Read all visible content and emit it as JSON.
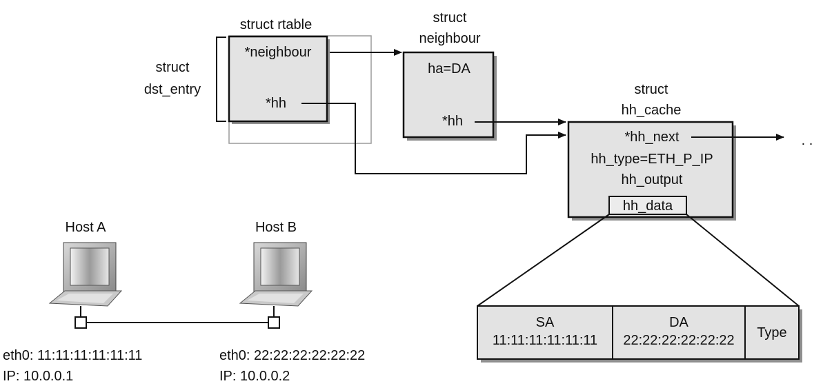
{
  "rtable": {
    "title": "struct rtable",
    "field_neighbour": "*neighbour",
    "field_hh": "*hh"
  },
  "dst_entry": {
    "line1": "struct",
    "line2": "dst_entry"
  },
  "neighbour": {
    "title_line1": "struct",
    "title_line2": "neighbour",
    "field_ha": "ha=DA",
    "field_hh": "*hh"
  },
  "hh_cache": {
    "title_line1": "struct",
    "title_line2": "hh_cache",
    "field_next": "*hh_next",
    "field_type": "hh_type=ETH_P_IP",
    "field_output": "hh_output",
    "field_data": "hh_data",
    "continuation": ". ."
  },
  "header": {
    "sa_label": "SA",
    "sa_value": "11:11:11:11:11:11",
    "da_label": "DA",
    "da_value": "22:22:22:22:22:22",
    "type_label": "Type"
  },
  "host_a": {
    "name": "Host A",
    "eth": "eth0: 11:11:11:11:11:11",
    "ip": "IP: 10.0.0.1"
  },
  "host_b": {
    "name": "Host B",
    "eth": "eth0: 22:22:22:22:22:22",
    "ip": "IP: 10.0.0.2"
  },
  "icons": [
    "computer-icon",
    "computer-icon"
  ]
}
